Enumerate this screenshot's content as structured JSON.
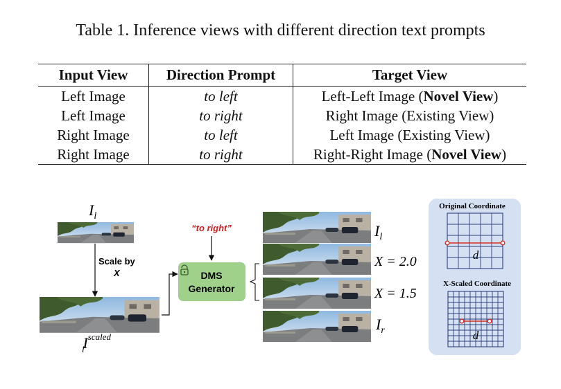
{
  "caption": "Table 1. Inference views with different direction text prompts",
  "table": {
    "headers": [
      "Input View",
      "Direction Prompt",
      "Target View"
    ],
    "rows": [
      {
        "input": "Left Image",
        "prompt": "to left",
        "target_pre": "Left-Left Image (",
        "target_bold": "Novel View",
        "target_post": ")"
      },
      {
        "input": "Left Image",
        "prompt": "to right",
        "target_pre": "Right Image (Existing View)",
        "target_bold": "",
        "target_post": ""
      },
      {
        "input": "Right Image",
        "prompt": "to left",
        "target_pre": "Left Image (Existing View)",
        "target_bold": "",
        "target_post": ""
      },
      {
        "input": "Right Image",
        "prompt": "to right",
        "target_pre": "Right-Right Image (",
        "target_bold": "Novel View",
        "target_post": ")"
      }
    ]
  },
  "figure": {
    "input_label": "I",
    "input_sub": "l",
    "scale_text_1": "Scale by",
    "scale_text_2": "X",
    "scaled_label": "I",
    "scaled_sub": "l",
    "scaled_sup": "scaled",
    "prompt": "“to right”",
    "generator_line1": "DMS",
    "generator_line2": "Generator",
    "outputs": [
      {
        "label_main": "I",
        "label_sub": "l"
      },
      {
        "label_main": "X = 2.0",
        "label_sub": ""
      },
      {
        "label_main": "X = 1.5",
        "label_sub": ""
      },
      {
        "label_main": "I",
        "label_sub": "r"
      }
    ],
    "orig_coord_title": "Original Coordinate",
    "scaled_coord_title": "X-Scaled Coordinate",
    "d_label": "d",
    "colors": {
      "generator_fill": "#9fd18a",
      "panel_fill": "#d6e0f3",
      "grid_stroke": "#2b3f7a",
      "red": "#d62a1f",
      "prompt_red": "#cc1f1f"
    }
  }
}
